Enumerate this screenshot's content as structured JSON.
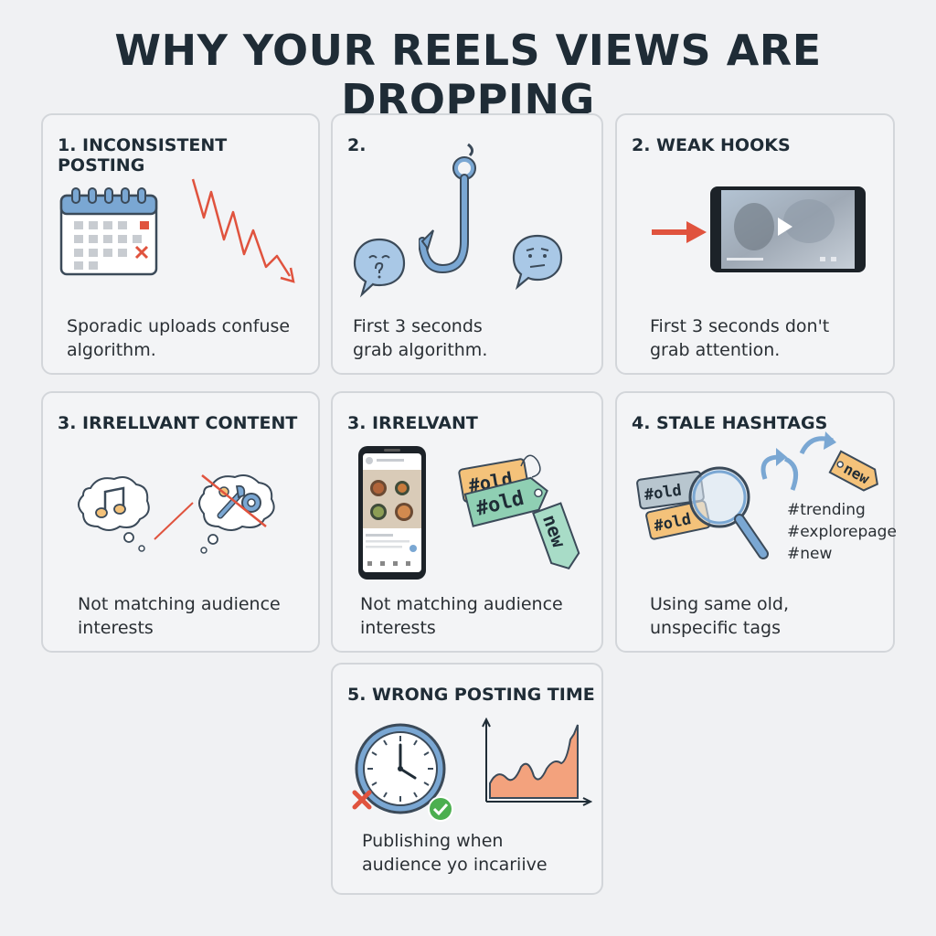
{
  "title": "WHY YOUR REELS VIEWS ARE DROPPING",
  "cards": [
    {
      "title": "1. INCONSISTENT POSTING",
      "desc": [
        "Sporadic uploads confuse",
        "algorithm."
      ]
    },
    {
      "title": "2.",
      "desc": [
        "First 3 seconds",
        "grab algorithm."
      ]
    },
    {
      "title": "2. WEAK HOOKS",
      "desc": [
        "First 3 seconds don't",
        "grab attention."
      ]
    },
    {
      "title": "3. IRRELLVANT CONTENT",
      "desc": [
        "Not matching audience",
        "interests"
      ]
    },
    {
      "title": "3. IRRELVANT",
      "desc": [
        "Not matching audience",
        "interests"
      ]
    },
    {
      "title": "4. STALE HASHTAGS",
      "desc": [
        "Using same old,",
        "unspecific tags"
      ],
      "hashtags": [
        "#trending",
        "#explorepage",
        "#new"
      ]
    },
    {
      "title": "5. WRONG POSTING TIME",
      "desc": [
        "Publishing when",
        "audience yo incariive"
      ]
    }
  ],
  "tags": {
    "old": "#old",
    "new": "new"
  },
  "colors": {
    "accent_red": "#e0533e",
    "icon_blue": "#7aa7d3",
    "outline": "#3b4a59",
    "tag_green": "#8fcfb3",
    "tag_orange": "#f4c27a",
    "chart_fill": "#f3a27d",
    "check_green": "#4caf50"
  }
}
